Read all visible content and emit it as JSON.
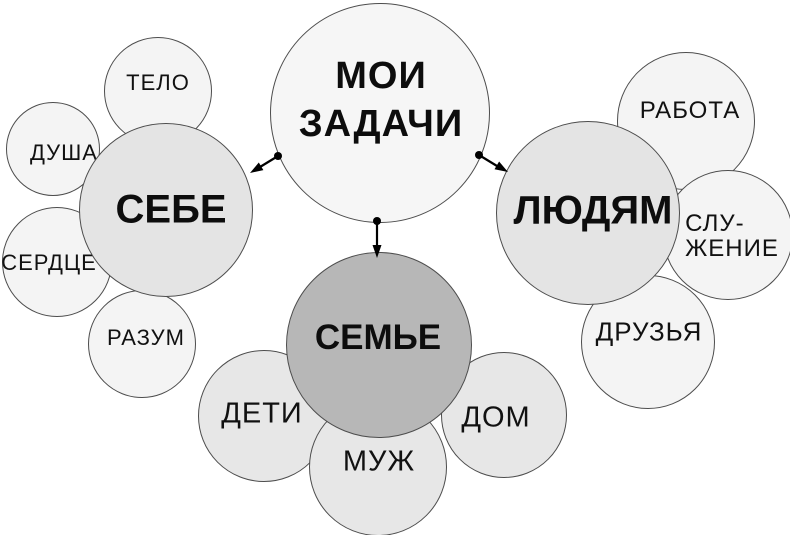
{
  "diagram": {
    "center": {
      "line1": "МОИ",
      "line2": "ЗАДАЧИ"
    },
    "hubs": {
      "sebe": {
        "label": "СЕБЕ",
        "satellites": [
          "ТЕЛО",
          "ДУША",
          "СЕРДЦЕ",
          "РАЗУМ"
        ]
      },
      "lyudyam": {
        "label": "ЛЮДЯМ",
        "satellites": [
          "РАБОТА",
          "СЛУ-ЖЕНИЕ",
          "ДРУЗЬЯ"
        ]
      },
      "semye": {
        "label": "СЕМЬЕ",
        "satellites": [
          "ДЕТИ",
          "МУЖ",
          "ДОМ"
        ]
      }
    },
    "satellites": {
      "telo": {
        "label": "ТЕЛО"
      },
      "dusha": {
        "label": "ДУША"
      },
      "serdce": {
        "label": "СЕРДЦЕ"
      },
      "razum": {
        "label": "РАЗУМ"
      },
      "rabota": {
        "label": "РАБОТА"
      },
      "sluzhenie": {
        "line1": "СЛУ-",
        "line2": "ЖЕНИЕ"
      },
      "druzya": {
        "label": "ДРУЗЬЯ"
      },
      "deti": {
        "label": "ДЕТИ"
      },
      "muzh": {
        "label": "МУЖ"
      },
      "dom": {
        "label": "ДОМ"
      }
    }
  },
  "colors": {
    "background": "#ffffff",
    "center_fill": "#f6f6f6",
    "hub_fill": "#e4e4e4",
    "family_fill": "#b7b7b7",
    "satellite_fill": "#f4f4f4",
    "family_satellite_fill": "#e7e7e7",
    "stroke": "#4d4d4d",
    "arrow": "#000000",
    "label_text": "#111111"
  }
}
